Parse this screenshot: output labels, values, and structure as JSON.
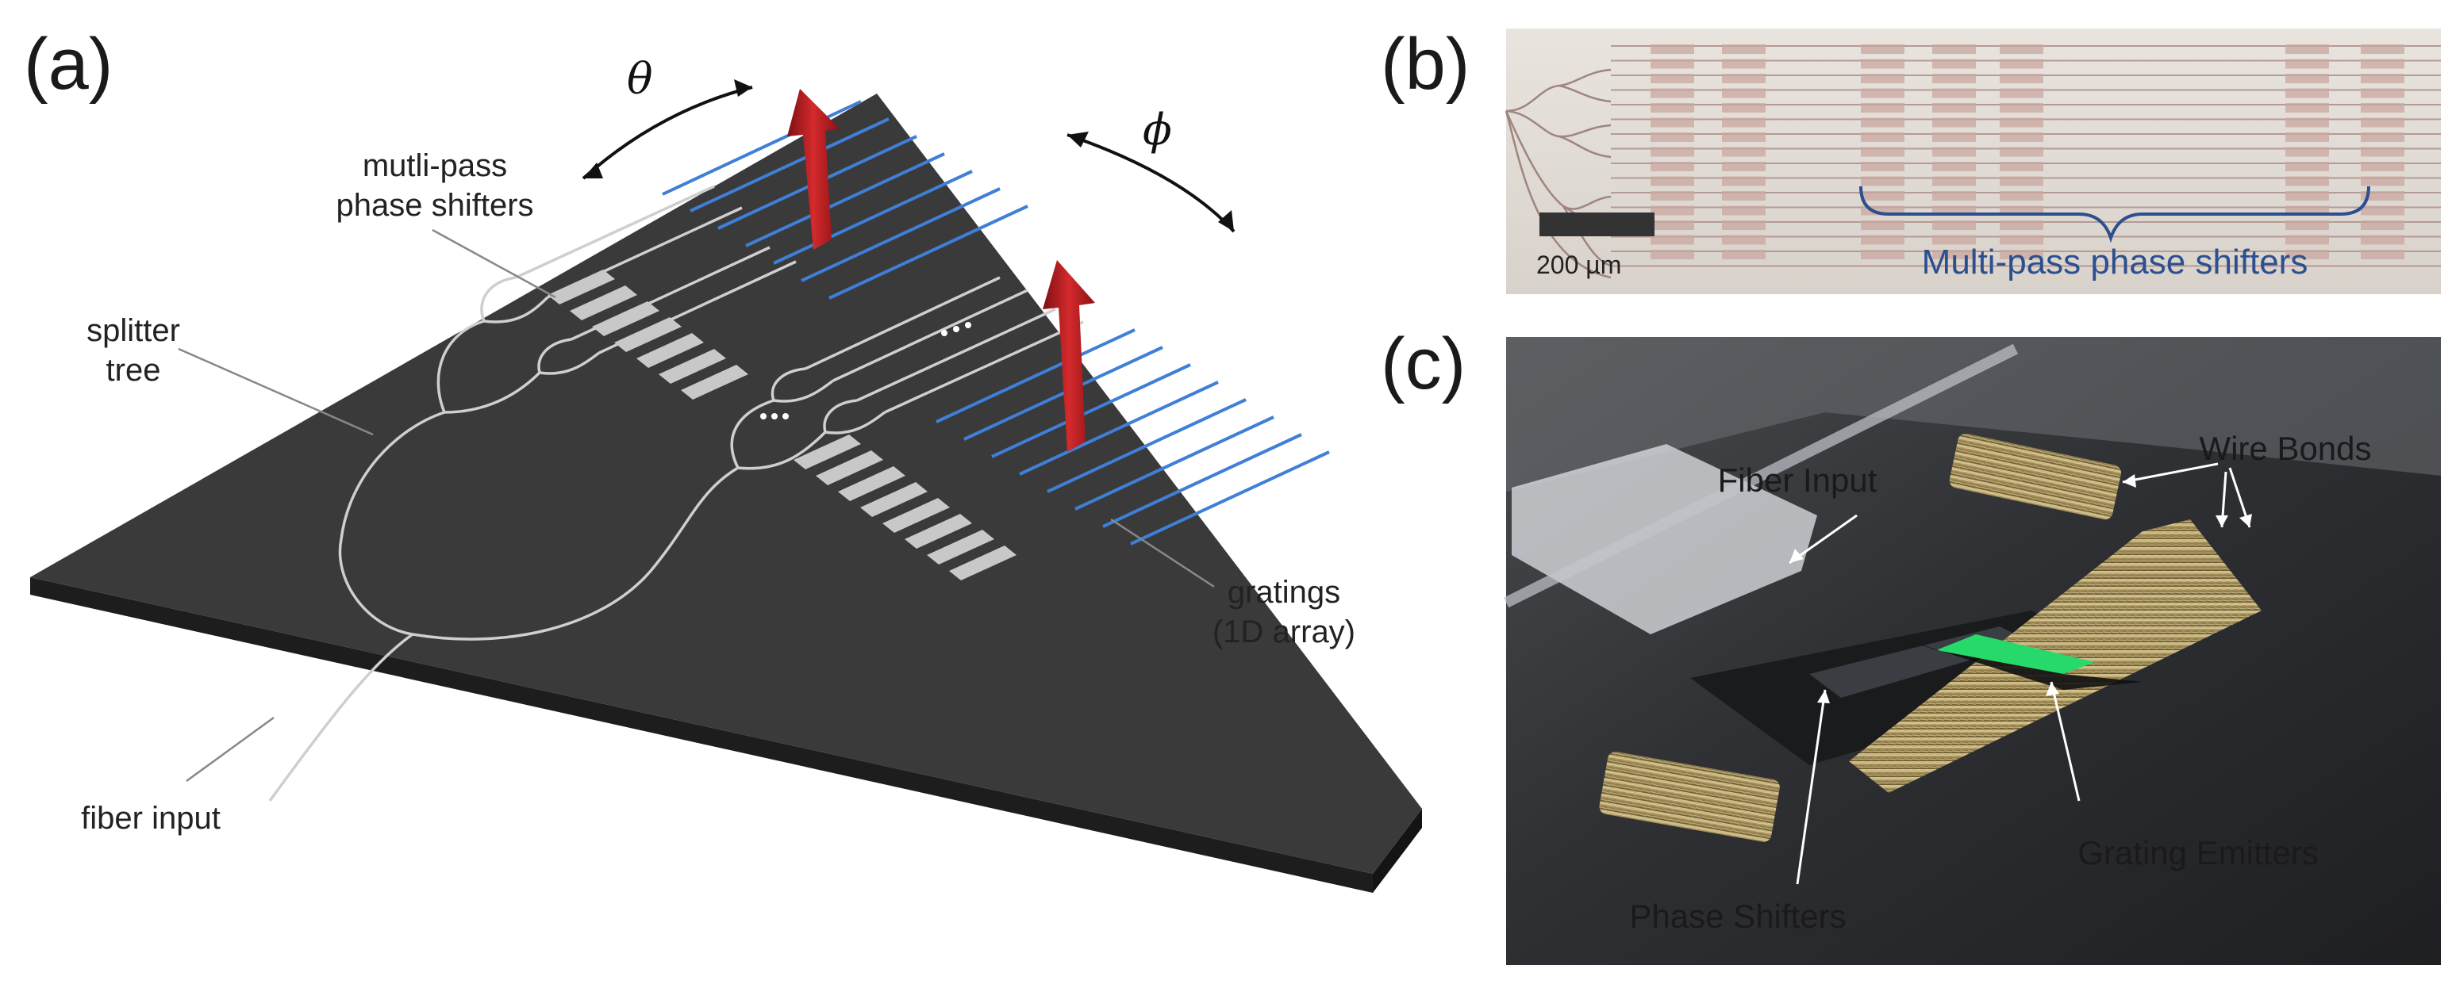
{
  "panels": {
    "a": {
      "label": "(a)",
      "theta": "θ",
      "phi": "ϕ",
      "phase_shifters_line1": "mutli-pass",
      "phase_shifters_line2": "phase shifters",
      "splitter_line1": "splitter",
      "splitter_line2": "tree",
      "gratings_line1": "gratings",
      "gratings_line2": "(1D array)",
      "fiber": "fiber input"
    },
    "b": {
      "label": "(b)",
      "scale": "200 µm",
      "caption": "Multi-pass phase shifters"
    },
    "c": {
      "label": "(c)",
      "fiber_input": "Fiber Input",
      "wire_bonds": "Wire Bonds",
      "grating_emitters": "Grating Emitters",
      "phase_shifters": "Phase Shifters"
    }
  },
  "colors": {
    "chip_top": "#3a3a3a",
    "chip_edge": "#222222",
    "waveguide": "#cfcfcf",
    "grating": "#3f7fd6",
    "shifter": "#c8c8c8",
    "arrow": "#b7191c",
    "bond_gold": "#a7915a",
    "emitter": "#27d96a",
    "caption_blue": "#2c4f8f"
  }
}
